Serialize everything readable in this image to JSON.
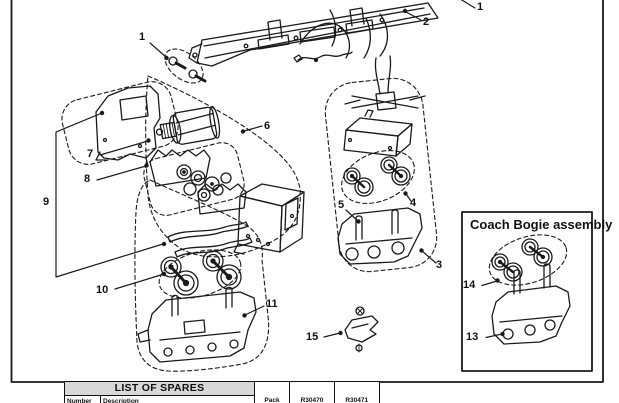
{
  "diagram": {
    "callouts": {
      "c1_top": "1",
      "c2": "2",
      "c1_left": "1",
      "c3": "3",
      "c4": "4",
      "c5": "5",
      "c6": "6",
      "c7": "7",
      "c8": "8",
      "c9": "9",
      "c10": "10",
      "c11": "11",
      "c15": "15"
    },
    "inset": {
      "title": "Coach Bogie assembly",
      "c13": "13",
      "c14": "14"
    }
  },
  "spares_table": {
    "title": "LIST OF SPARES",
    "col_number": "Number",
    "col_description": "Description",
    "col_pack": "Pack",
    "col_code_1": "R30470",
    "col_code_2": "R30471"
  },
  "colors": {
    "ink": "#1a1a1a",
    "header_bg": "#d8d8d8"
  }
}
